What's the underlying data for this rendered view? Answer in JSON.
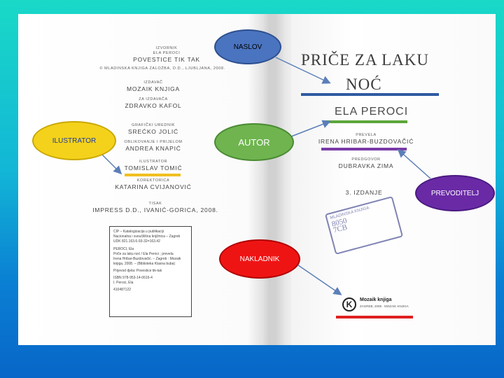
{
  "page": {
    "imprint_left": [
      {
        "label": "IZVORNIK",
        "value": ""
      },
      {
        "label": "ELA PEROCI",
        "value": "POVESTICE TIK TAK"
      },
      {
        "label": "© MLADINSKA KNJIGA ZALOŽBA, D.D., LJUBLJANA, 2008.",
        "value": ""
      },
      {
        "label": "IZDAVAČ",
        "value": "MOZAIK KNJIGA"
      },
      {
        "label": "ZA IZDAVAČA",
        "value": "ZDRAVKO KAFOL"
      },
      {
        "label": "GRAFIČKI UREDNIK",
        "value": "SREĆKO JOLIĆ"
      },
      {
        "label": "OBLIKOVANJE I PRIJELOM",
        "value": "ANDREA KNAPIĆ"
      },
      {
        "label": "ILUSTRATOR",
        "value": "TOMISLAV TOMIĆ"
      },
      {
        "label": "KOREKTORICA",
        "value": "KATARINA CVIJANOVIĆ"
      },
      {
        "label": "TISAK",
        "value": "IMPRESS D.D., IVANIĆ-GORICA, 2008."
      }
    ],
    "title_line1": "PRIČE ZA LAKU",
    "title_line2": "NOĆ",
    "author": "ELA PEROCI",
    "translated_by_label": "PREVELA",
    "translator": "IRENA HRIBAR-BUZDOVAČIĆ",
    "foreword_label": "PREDGOVOR",
    "foreword_author": "DUBRAVKA ZIMA",
    "edition": "3. IZDANJE",
    "cip_lines": [
      "CIP – Katalogizacija u publikaciji",
      "Nacionalna i sveučilišna knjižnica – Zagreb",
      "UDK 821.163.6-93-32=163.42",
      "PEROCI, Ela",
      "Priče za laku noć / Ela Peroci ; prevela",
      "Irena Hribar-Buzdovačić. – Zagreb : Mozaik",
      "knjiga, 2008. – (Biblioteka Klasna buba)",
      "Prijevod djela: Povestice tik-tak",
      "ISBN 978-953-14-0616-4",
      "I. Peroci, Ela",
      "410487122"
    ],
    "stamp_lines": [
      "MLADINSKA KNJIGA",
      "8050",
      "7CB"
    ],
    "publisher_logo_name": "Mozaik knjiga",
    "publisher_logo_tagline": "ZAGREB, 2008 · MOZAIK KNJIGA"
  },
  "labels": {
    "naslov": "NASLOV",
    "ilustrator": "ILUSTRATOR",
    "autor": "AUTOR",
    "prevoditelj": "PREVODITELJ",
    "nakladnik": "NAKLADNIK"
  },
  "colors": {
    "naslov": "#4a74bf",
    "ilustrator": "#f4d21b",
    "autor": "#6fb44f",
    "prevoditelj": "#6a2aa6",
    "nakladnik": "#ef1414",
    "title_underline": "#2f5aa2",
    "autor_underline": "#5da63a",
    "translator_underline": "#7a3aa6",
    "illustrator_underline": "#f0c020",
    "publisher_underline": "#e02020"
  },
  "icons": [
    "publisher-logo-icon"
  ]
}
